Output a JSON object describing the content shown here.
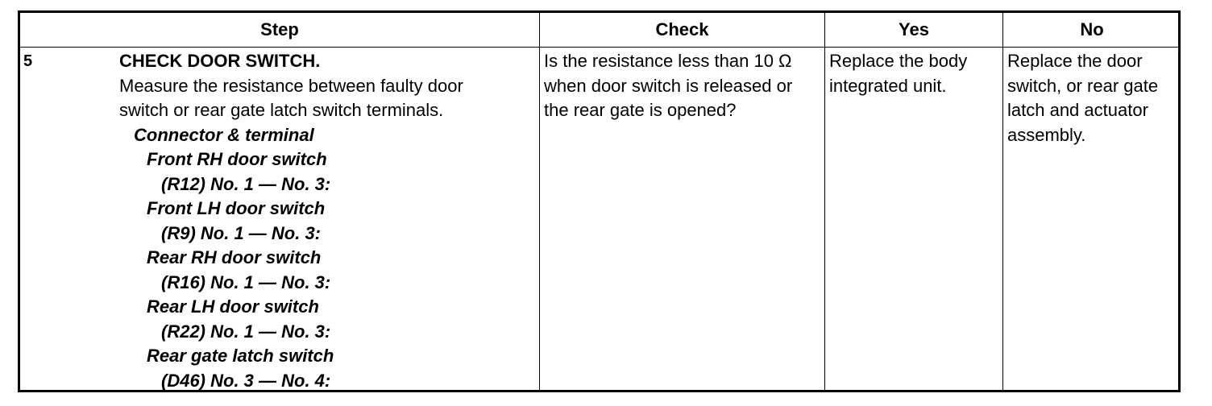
{
  "headers": {
    "step": "Step",
    "check": "Check",
    "yes": "Yes",
    "no": "No"
  },
  "row": {
    "step_number": "5",
    "step_title": "CHECK DOOR SWITCH.",
    "step_desc_line1": "Measure the resistance between faulty door",
    "step_desc_line2": "switch or rear gate latch switch terminals.",
    "connector_heading": "Connector & terminal",
    "items": [
      {
        "name": "Front RH door switch",
        "terminal": "(R12) No. 1 — No. 3:"
      },
      {
        "name": "Front LH door switch",
        "terminal": "(R9) No. 1 — No. 3:"
      },
      {
        "name": "Rear RH door switch",
        "terminal": "(R16) No. 1 — No. 3:"
      },
      {
        "name": "Rear LH door switch",
        "terminal": "(R22) No. 1 — No. 3:"
      },
      {
        "name": "Rear gate latch switch",
        "terminal": "(D46) No. 3 — No. 4:"
      }
    ],
    "check_lines": [
      "Is the resistance less than 10 Ω",
      "when door switch is released or",
      "the rear gate is opened?"
    ],
    "yes_lines": [
      "Replace the body",
      "integrated unit."
    ],
    "no_lines": [
      "Replace the door",
      "switch, or rear gate",
      "latch and actuator",
      "assembly."
    ]
  }
}
